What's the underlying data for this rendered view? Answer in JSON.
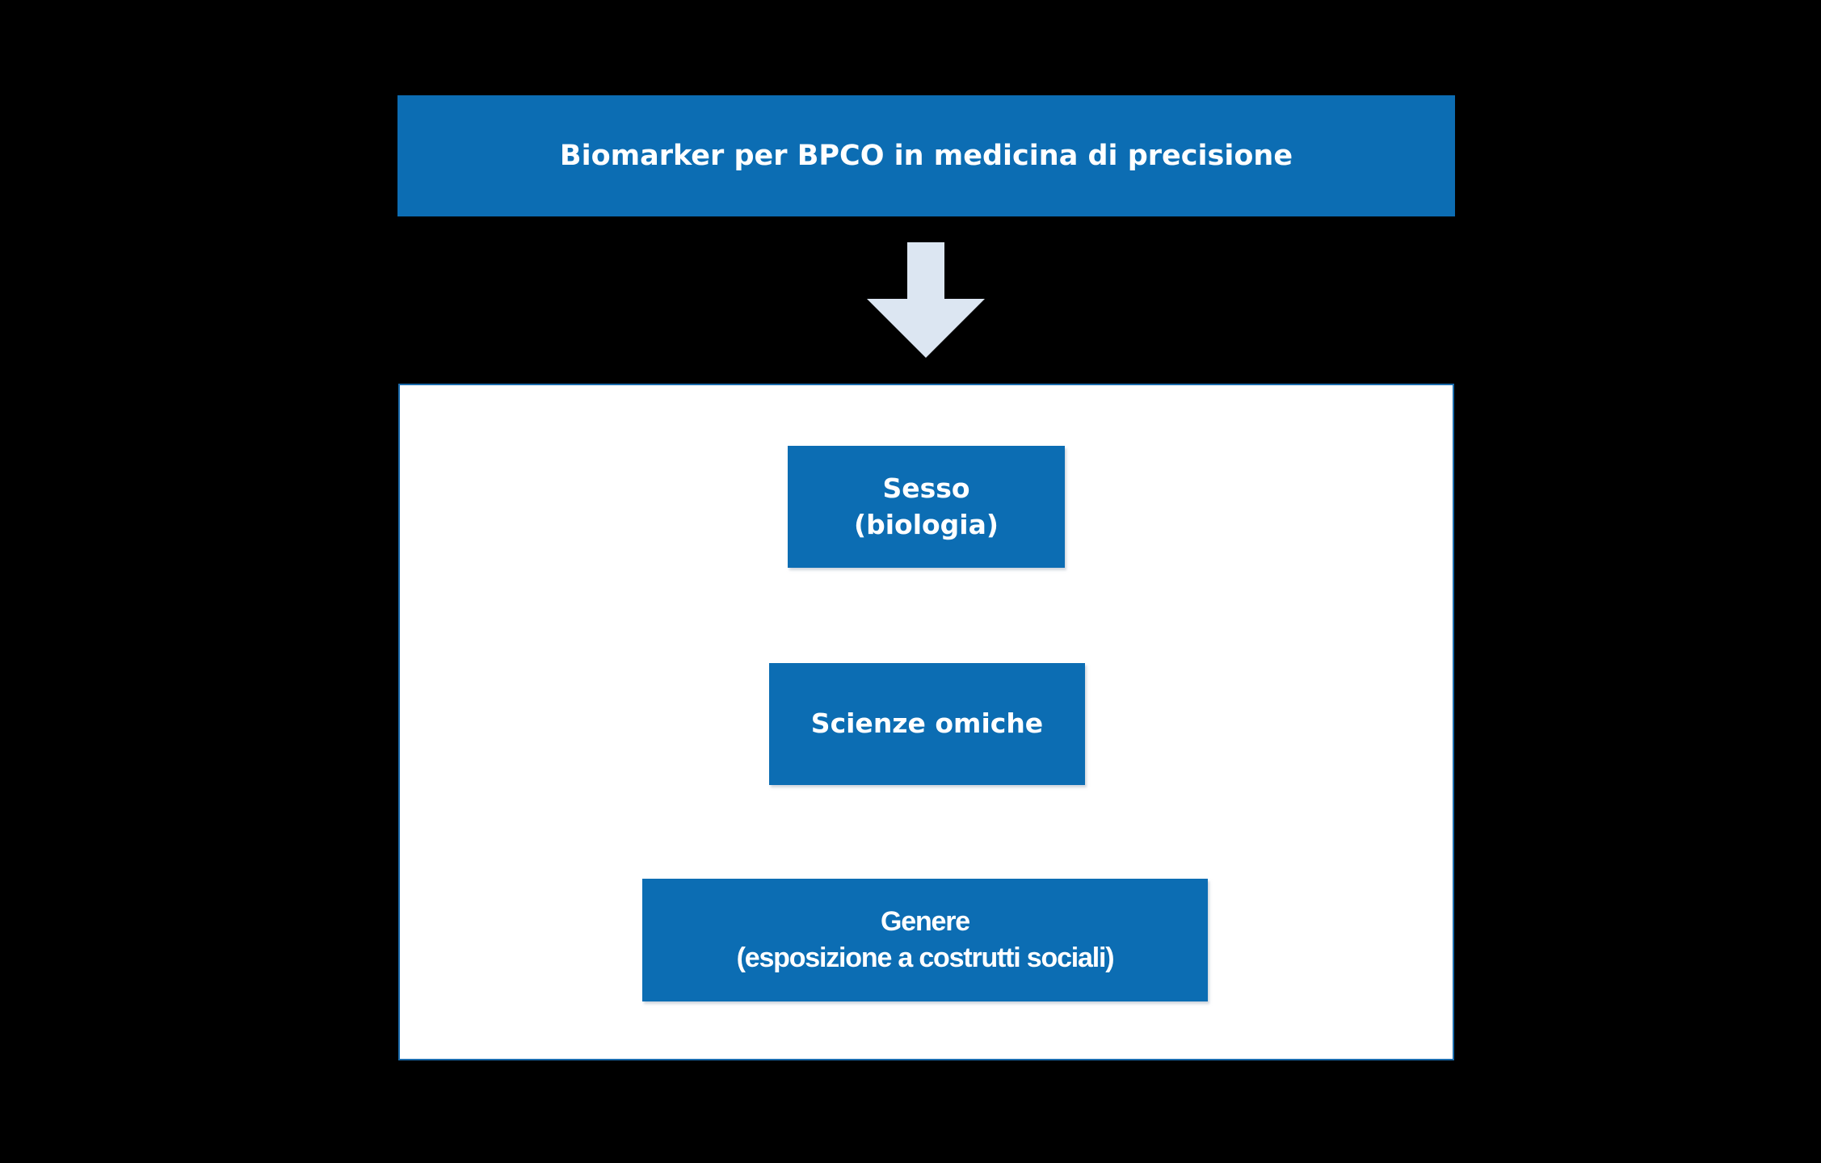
{
  "colors": {
    "background": "#000000",
    "box_blue": "#0C6DB3",
    "panel_bg": "#FFFFFF",
    "panel_border": "#1B6CAD",
    "arrow_fill": "#DCE6F2",
    "box_text": "#FFFFFF"
  },
  "header": {
    "title": "Biomarker per BPCO in medicina di precisione"
  },
  "icons": {
    "down_arrow": "block-arrow-down"
  },
  "diagram": {
    "nodes": [
      {
        "id": "sesso",
        "line1": "Sesso",
        "line2": "(biologia)"
      },
      {
        "id": "scienze-omiche",
        "line1": "Scienze omiche",
        "line2": ""
      },
      {
        "id": "genere",
        "line1": "Genere",
        "line2": "(esposizione a costrutti sociali)"
      }
    ]
  }
}
